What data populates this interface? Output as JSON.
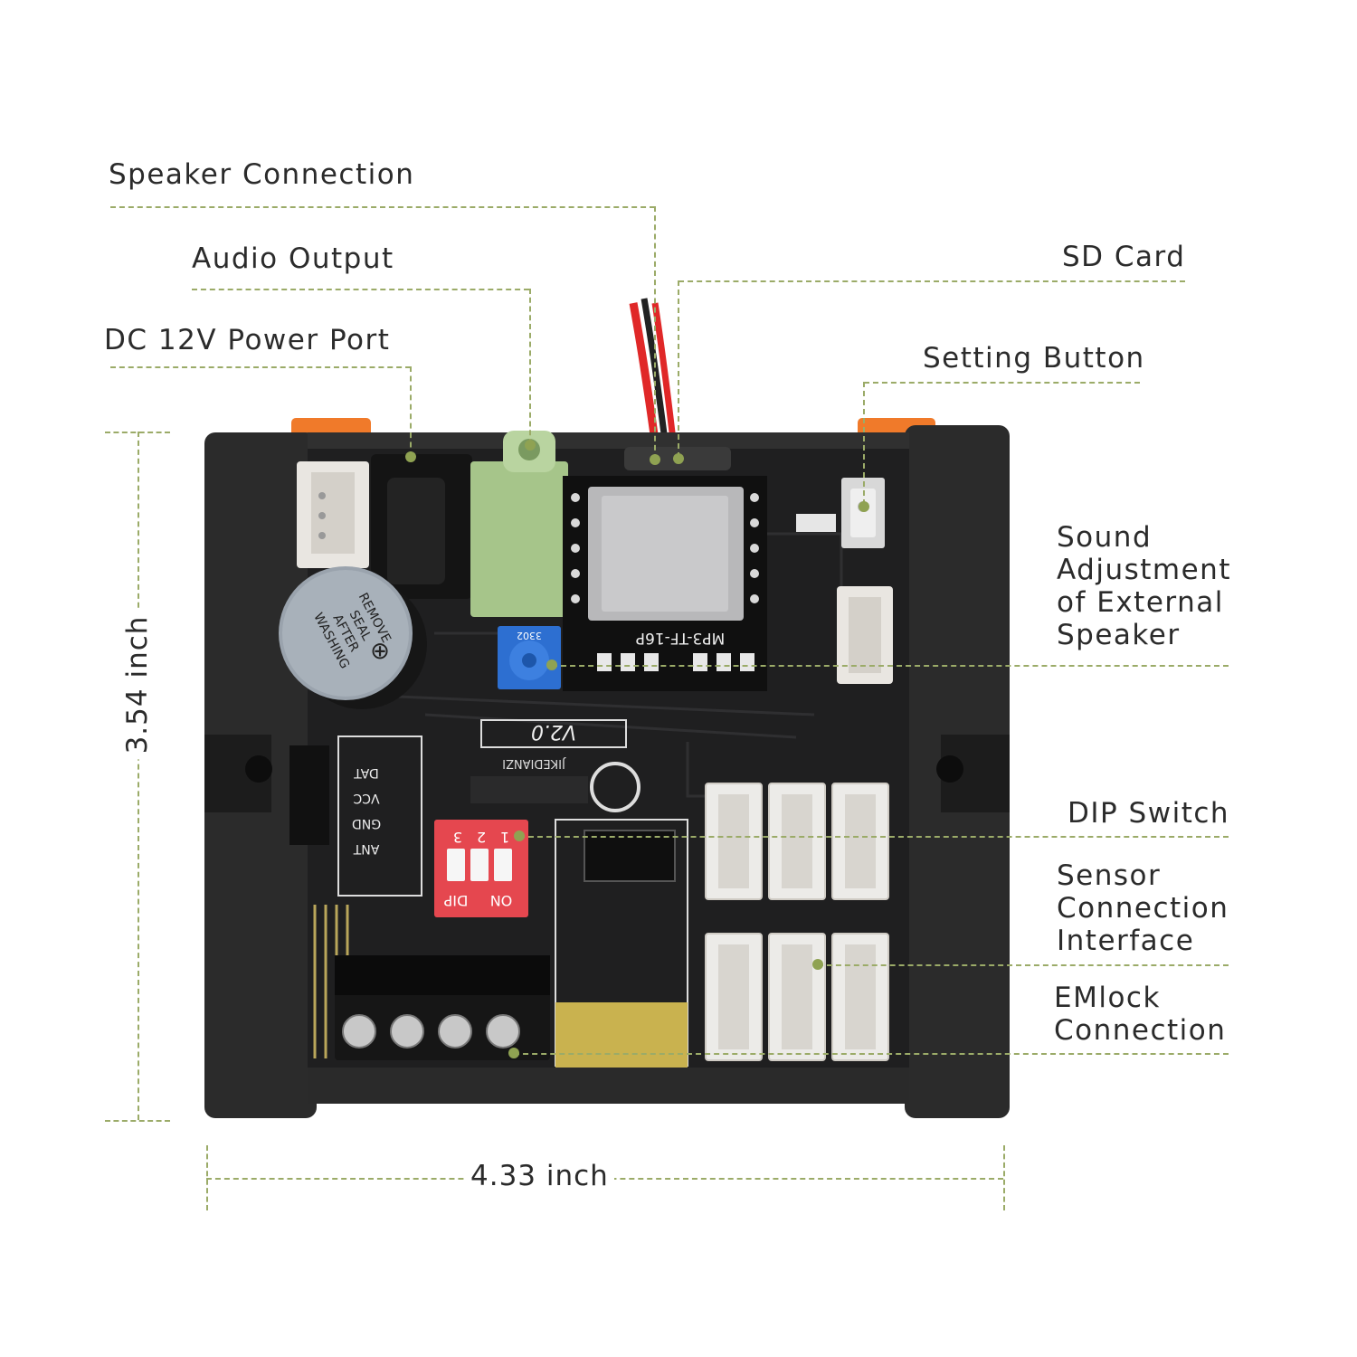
{
  "labels": {
    "speaker_connection": "Speaker Connection",
    "audio_output": "Audio Output",
    "dc_power_port": "DC 12V Power Port",
    "sd_card": "SD Card",
    "setting_button": "Setting Button",
    "sound_adjustment": [
      "Sound",
      "Adjustment",
      "of External",
      "Speaker"
    ],
    "dip_switch": "DIP Switch",
    "sensor_connection": [
      "Sensor",
      "Connection",
      "Interface"
    ],
    "emlock_connection": [
      "EMlock",
      "Connection"
    ]
  },
  "dimensions": {
    "height": "3.54 inch",
    "width": "4.33 inch"
  },
  "board": {
    "module_label": "MP3-TF-16P",
    "pot_label": "3302",
    "brand_latin": "JIKEDIANZI",
    "version": "V2.0",
    "radio_pins": [
      "ANT",
      "GND",
      "VCC",
      "DAT"
    ],
    "dip_labels": [
      "1",
      "2",
      "3"
    ],
    "dip_on": "ON",
    "dip_name": "DIP",
    "buzzer_sticker": [
      "REMOVE",
      "SEAL",
      "AFTER",
      "WASHING"
    ]
  },
  "colors": {
    "accent_line": "#9bab68",
    "enclosure": "#2a2a2a",
    "pcb": "#1e1e1f",
    "dip_switch": "#e5474f",
    "audio_jack": "#a6c58a",
    "potentiometer": "#2d6fd1",
    "orange_clip": "#f07a2a"
  }
}
